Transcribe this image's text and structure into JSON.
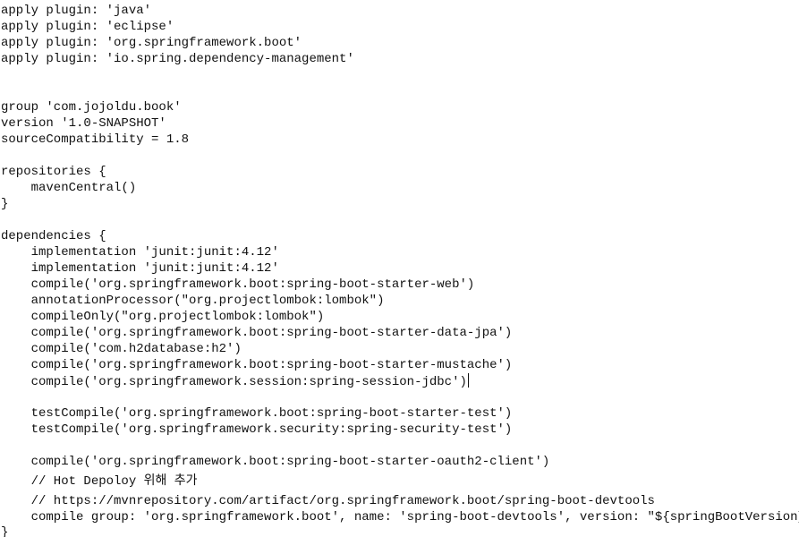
{
  "code_lines": [
    "apply plugin: 'java'",
    "apply plugin: 'eclipse'",
    "apply plugin: 'org.springframework.boot'",
    "apply plugin: 'io.spring.dependency-management'",
    "",
    "",
    "group 'com.jojoldu.book'",
    "version '1.0-SNAPSHOT'",
    "sourceCompatibility = 1.8",
    "",
    "repositories {",
    "    mavenCentral()",
    "}",
    "",
    "dependencies {",
    "    implementation 'junit:junit:4.12'",
    "    implementation 'junit:junit:4.12'",
    "    compile('org.springframework.boot:spring-boot-starter-web')",
    "    annotationProcessor(\"org.projectlombok:lombok\")",
    "    compileOnly(\"org.projectlombok:lombok\")",
    "    compile('org.springframework.boot:spring-boot-starter-data-jpa')",
    "    compile('com.h2database:h2')",
    "    compile('org.springframework.boot:spring-boot-starter-mustache')",
    "    compile('org.springframework.session:spring-session-jdbc')",
    "",
    "    testCompile('org.springframework.boot:spring-boot-starter-test')",
    "    testCompile('org.springframework.security:spring-security-test')",
    "",
    "    compile('org.springframework.boot:spring-boot-starter-oauth2-client')",
    "    // Hot Depoloy 위해 추가",
    "    // https://mvnrepository.com/artifact/org.springframework.boot/spring-boot-devtools",
    "    compile group: 'org.springframework.boot', name: 'spring-boot-devtools', version: \"${springBootVersion}\"",
    "}"
  ]
}
